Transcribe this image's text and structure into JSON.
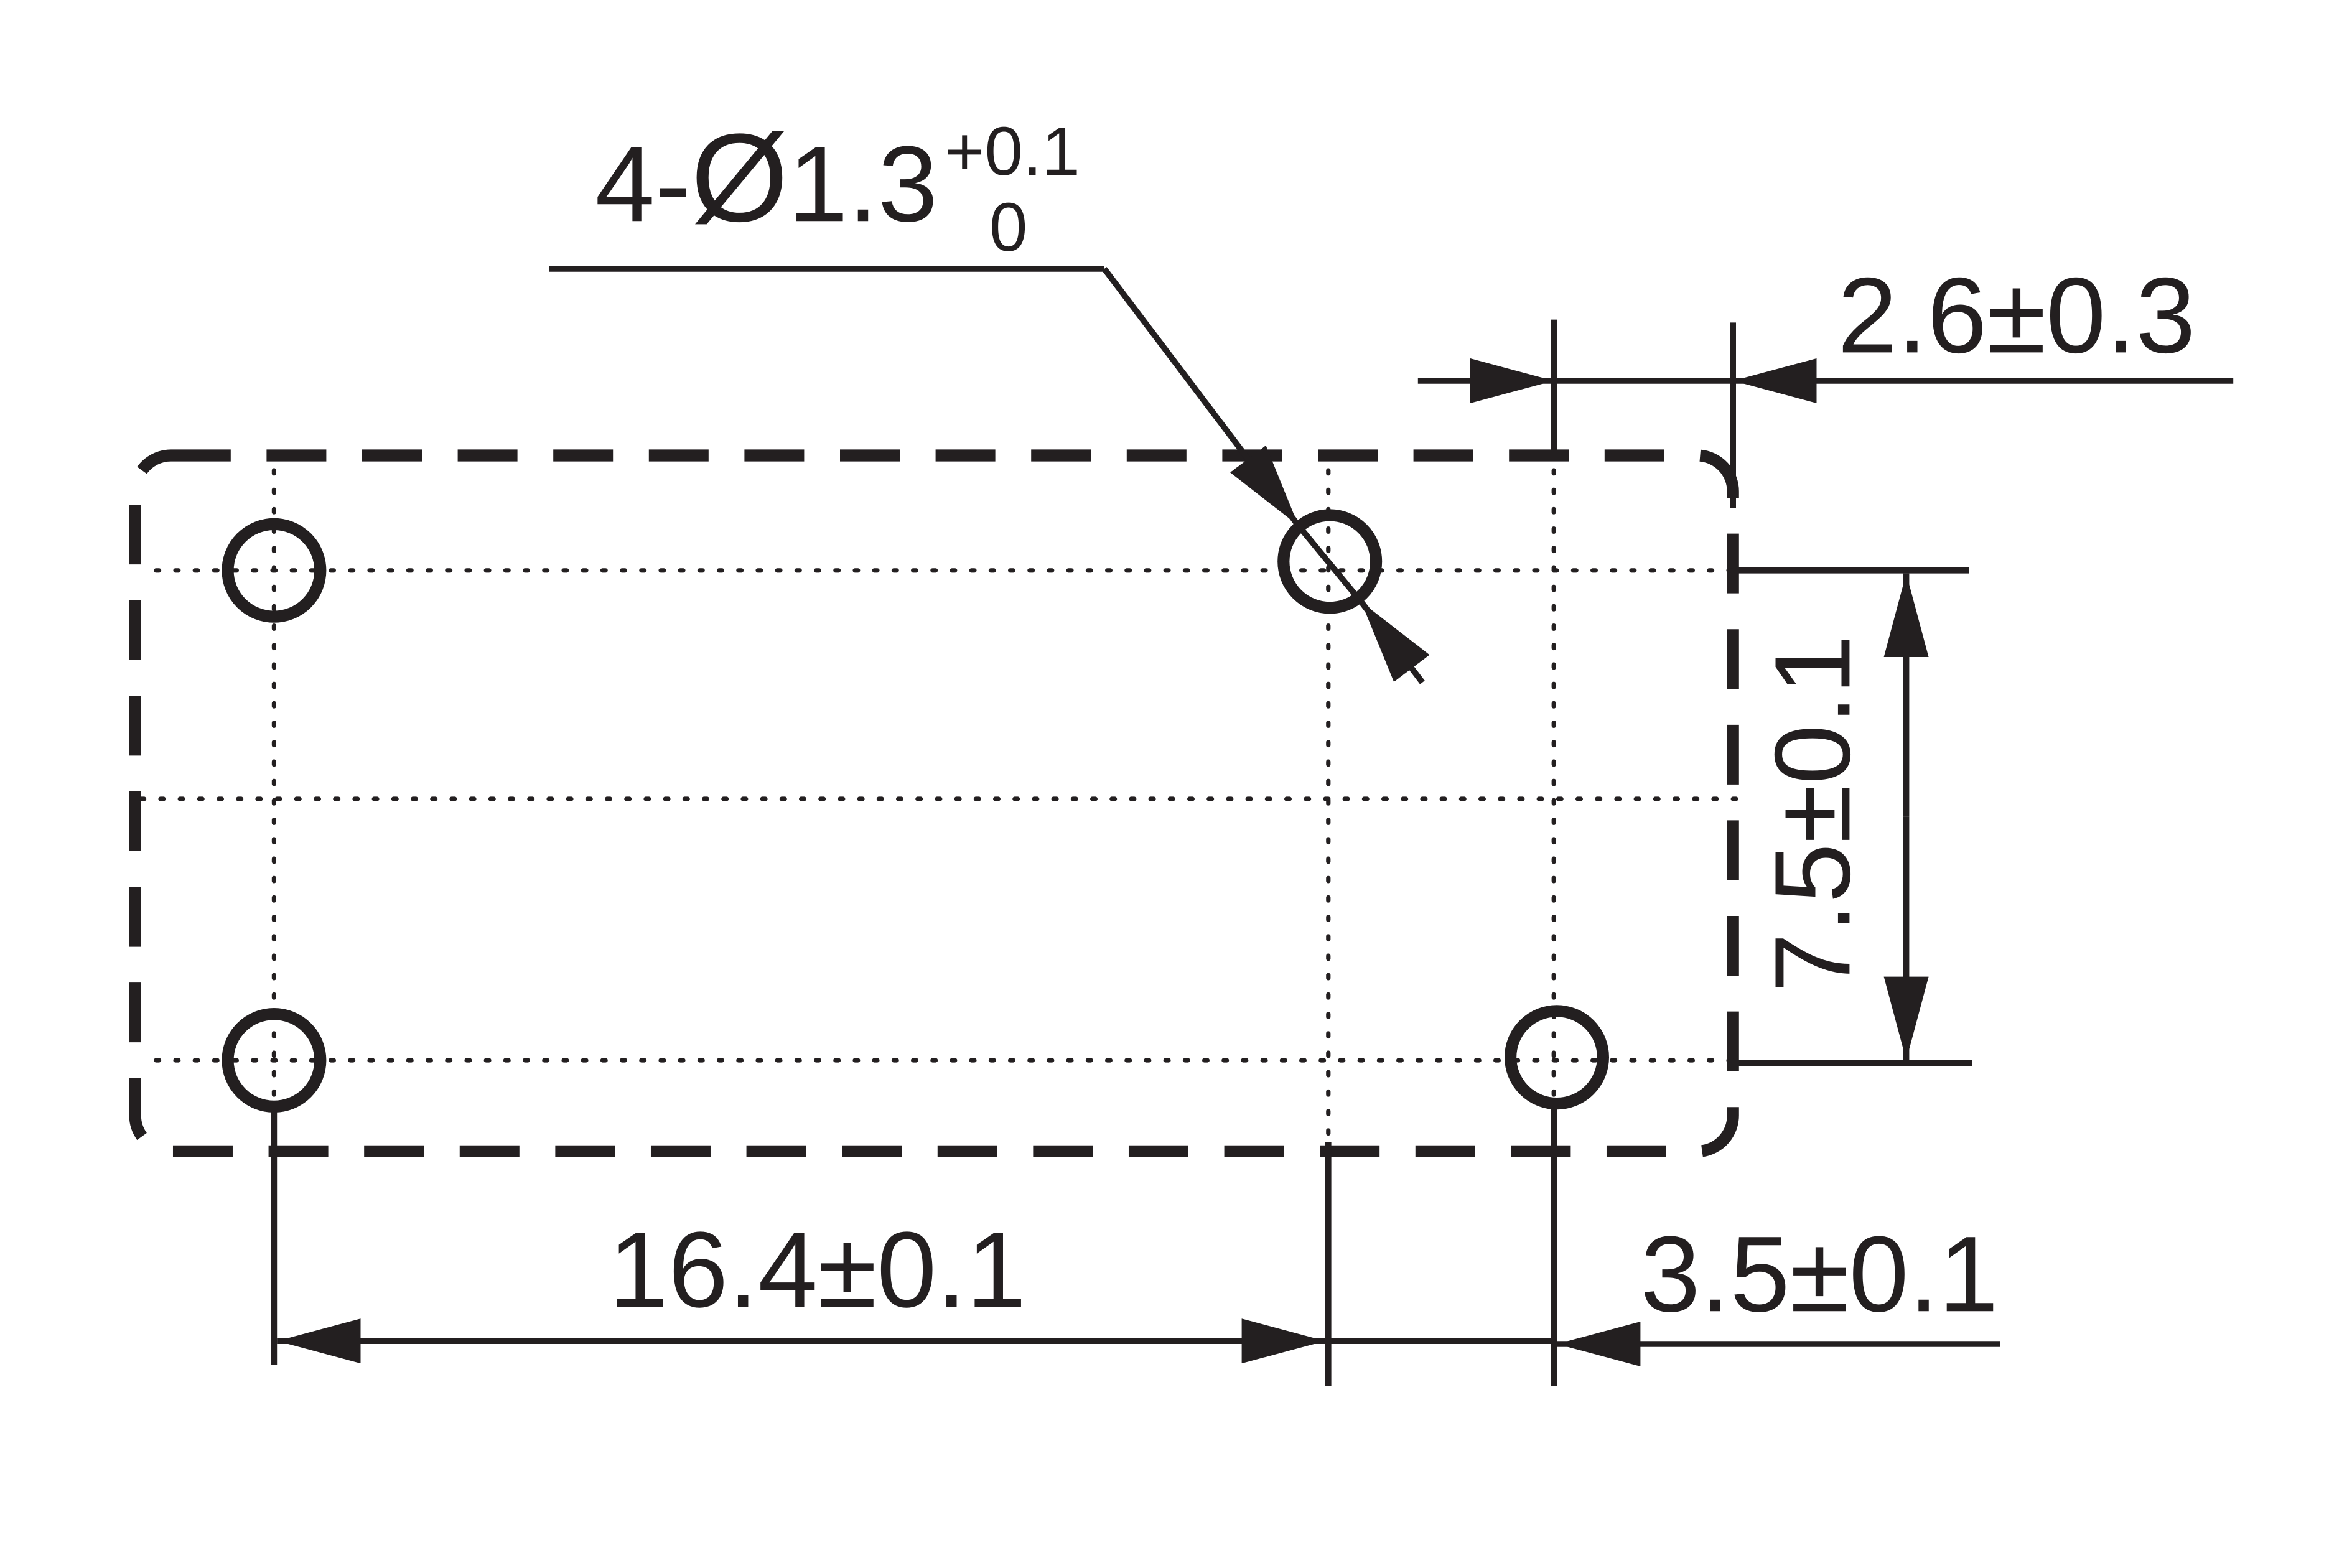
{
  "diagram": {
    "hole_callout": {
      "prefix": "4-",
      "diameter_symbol": "Ø",
      "nominal": "1.3",
      "tol_upper": "+0.1",
      "tol_lower": "0"
    },
    "dimensions": {
      "top_offset": "2.6±0.3",
      "vertical_pitch": "7.5±0.1",
      "horizontal_pitch": "16.4±0.1",
      "right_offset": "3.5±0.1"
    },
    "colors": {
      "line": "#231f20",
      "background": "#ffffff"
    }
  }
}
